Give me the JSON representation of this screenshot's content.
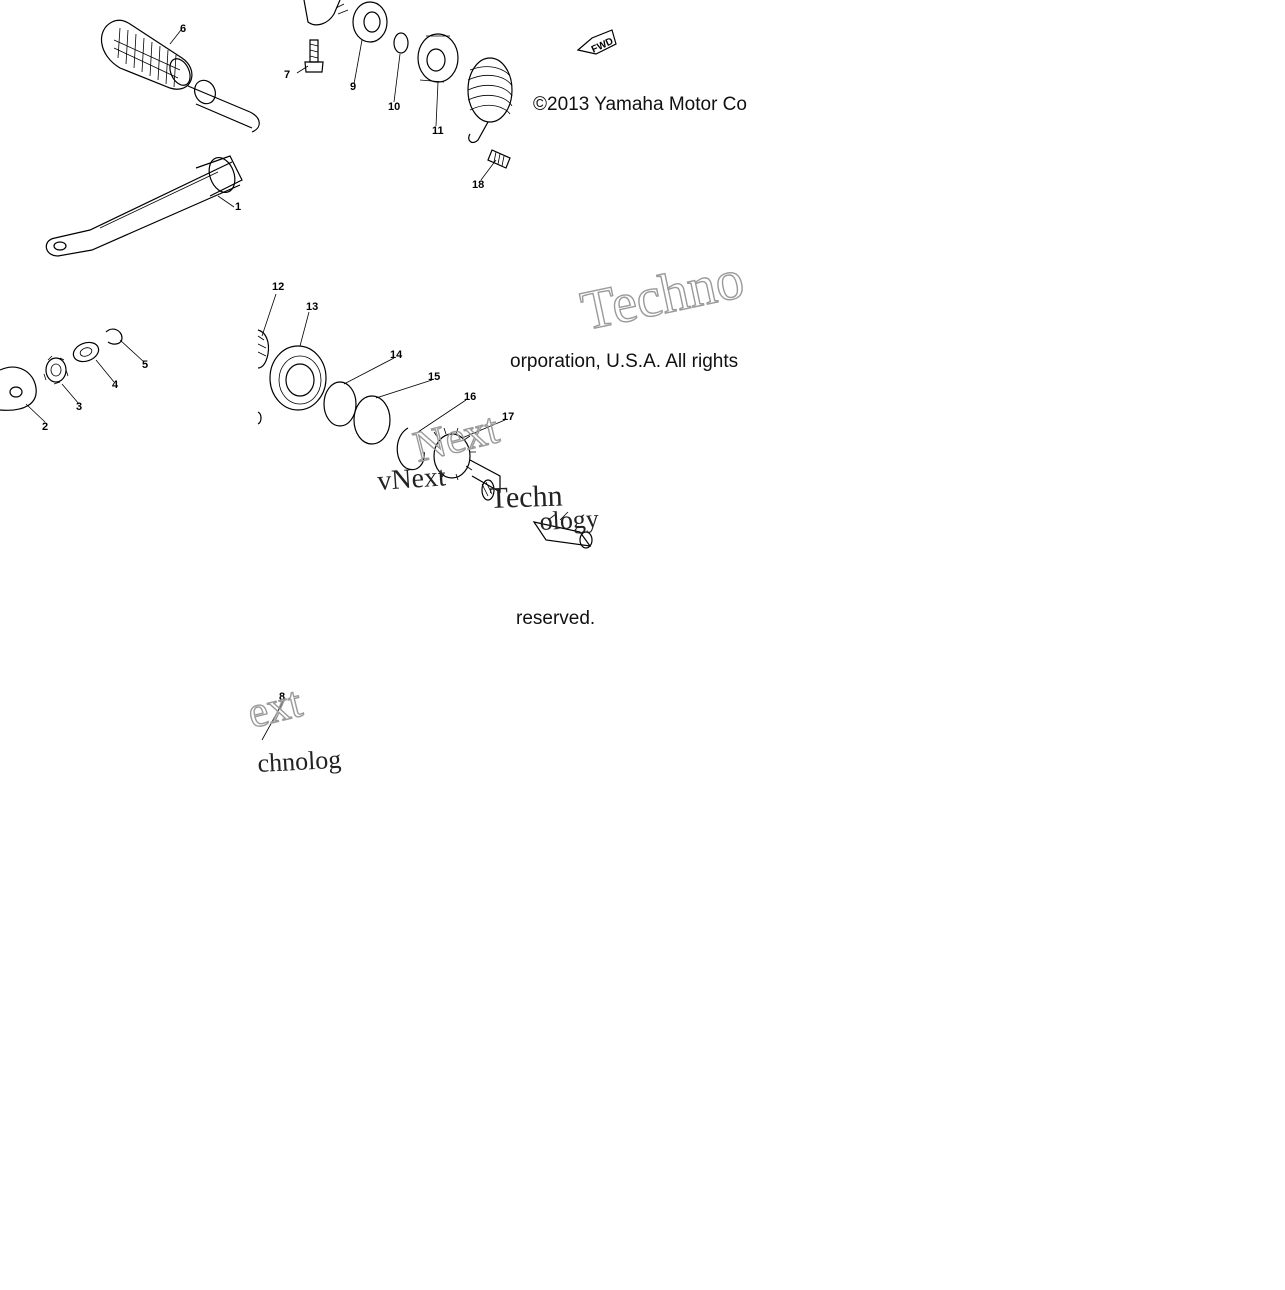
{
  "diagram": {
    "copyright": {
      "line1": "©2013 Yamaha Motor Co",
      "line2": "orporation, U.S.A. All rights",
      "line3": "reserved."
    },
    "direction_tag": "FWD",
    "watermarks": [
      "Techno",
      "Next",
      "vNext",
      "Techn",
      "ology",
      "chnolog",
      "ext"
    ],
    "part_numbers": [
      "1",
      "2",
      "3",
      "4",
      "5",
      "6",
      "7",
      "8",
      "9",
      "10",
      "11",
      "12",
      "13",
      "14",
      "15",
      "16",
      "17",
      "18"
    ],
    "colors": {
      "background": "#ffffff",
      "line": "#000000",
      "watermark": "#9a9a9a"
    }
  }
}
